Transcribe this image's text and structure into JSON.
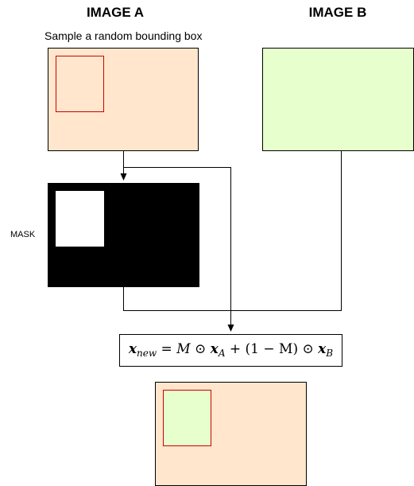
{
  "image_a": {
    "title": "IMAGE A",
    "color": "#FFE6CC",
    "box_color": "#CC0000"
  },
  "image_b": {
    "title": "IMAGE B",
    "color": "#E6FFCC"
  },
  "caption": "Sample a random bounding box",
  "mask": {
    "label": "MASK",
    "background": "#000000",
    "region": "#FFFFFF"
  },
  "formula": {
    "text": "x_new = M ⊙ x_A + (1 − M) ⊙ x_B",
    "x": "x",
    "new_sub": "new",
    "eq": "=",
    "M": "M",
    "odot": "⊙",
    "xA": "x",
    "A_sub": "A",
    "plus": "+",
    "one_minus_M": "(1 − M)",
    "odot2": "⊙",
    "xB": "x",
    "B_sub": "B"
  },
  "result": {
    "background": "#FFE6CC",
    "patch": "#E6FFCC"
  }
}
